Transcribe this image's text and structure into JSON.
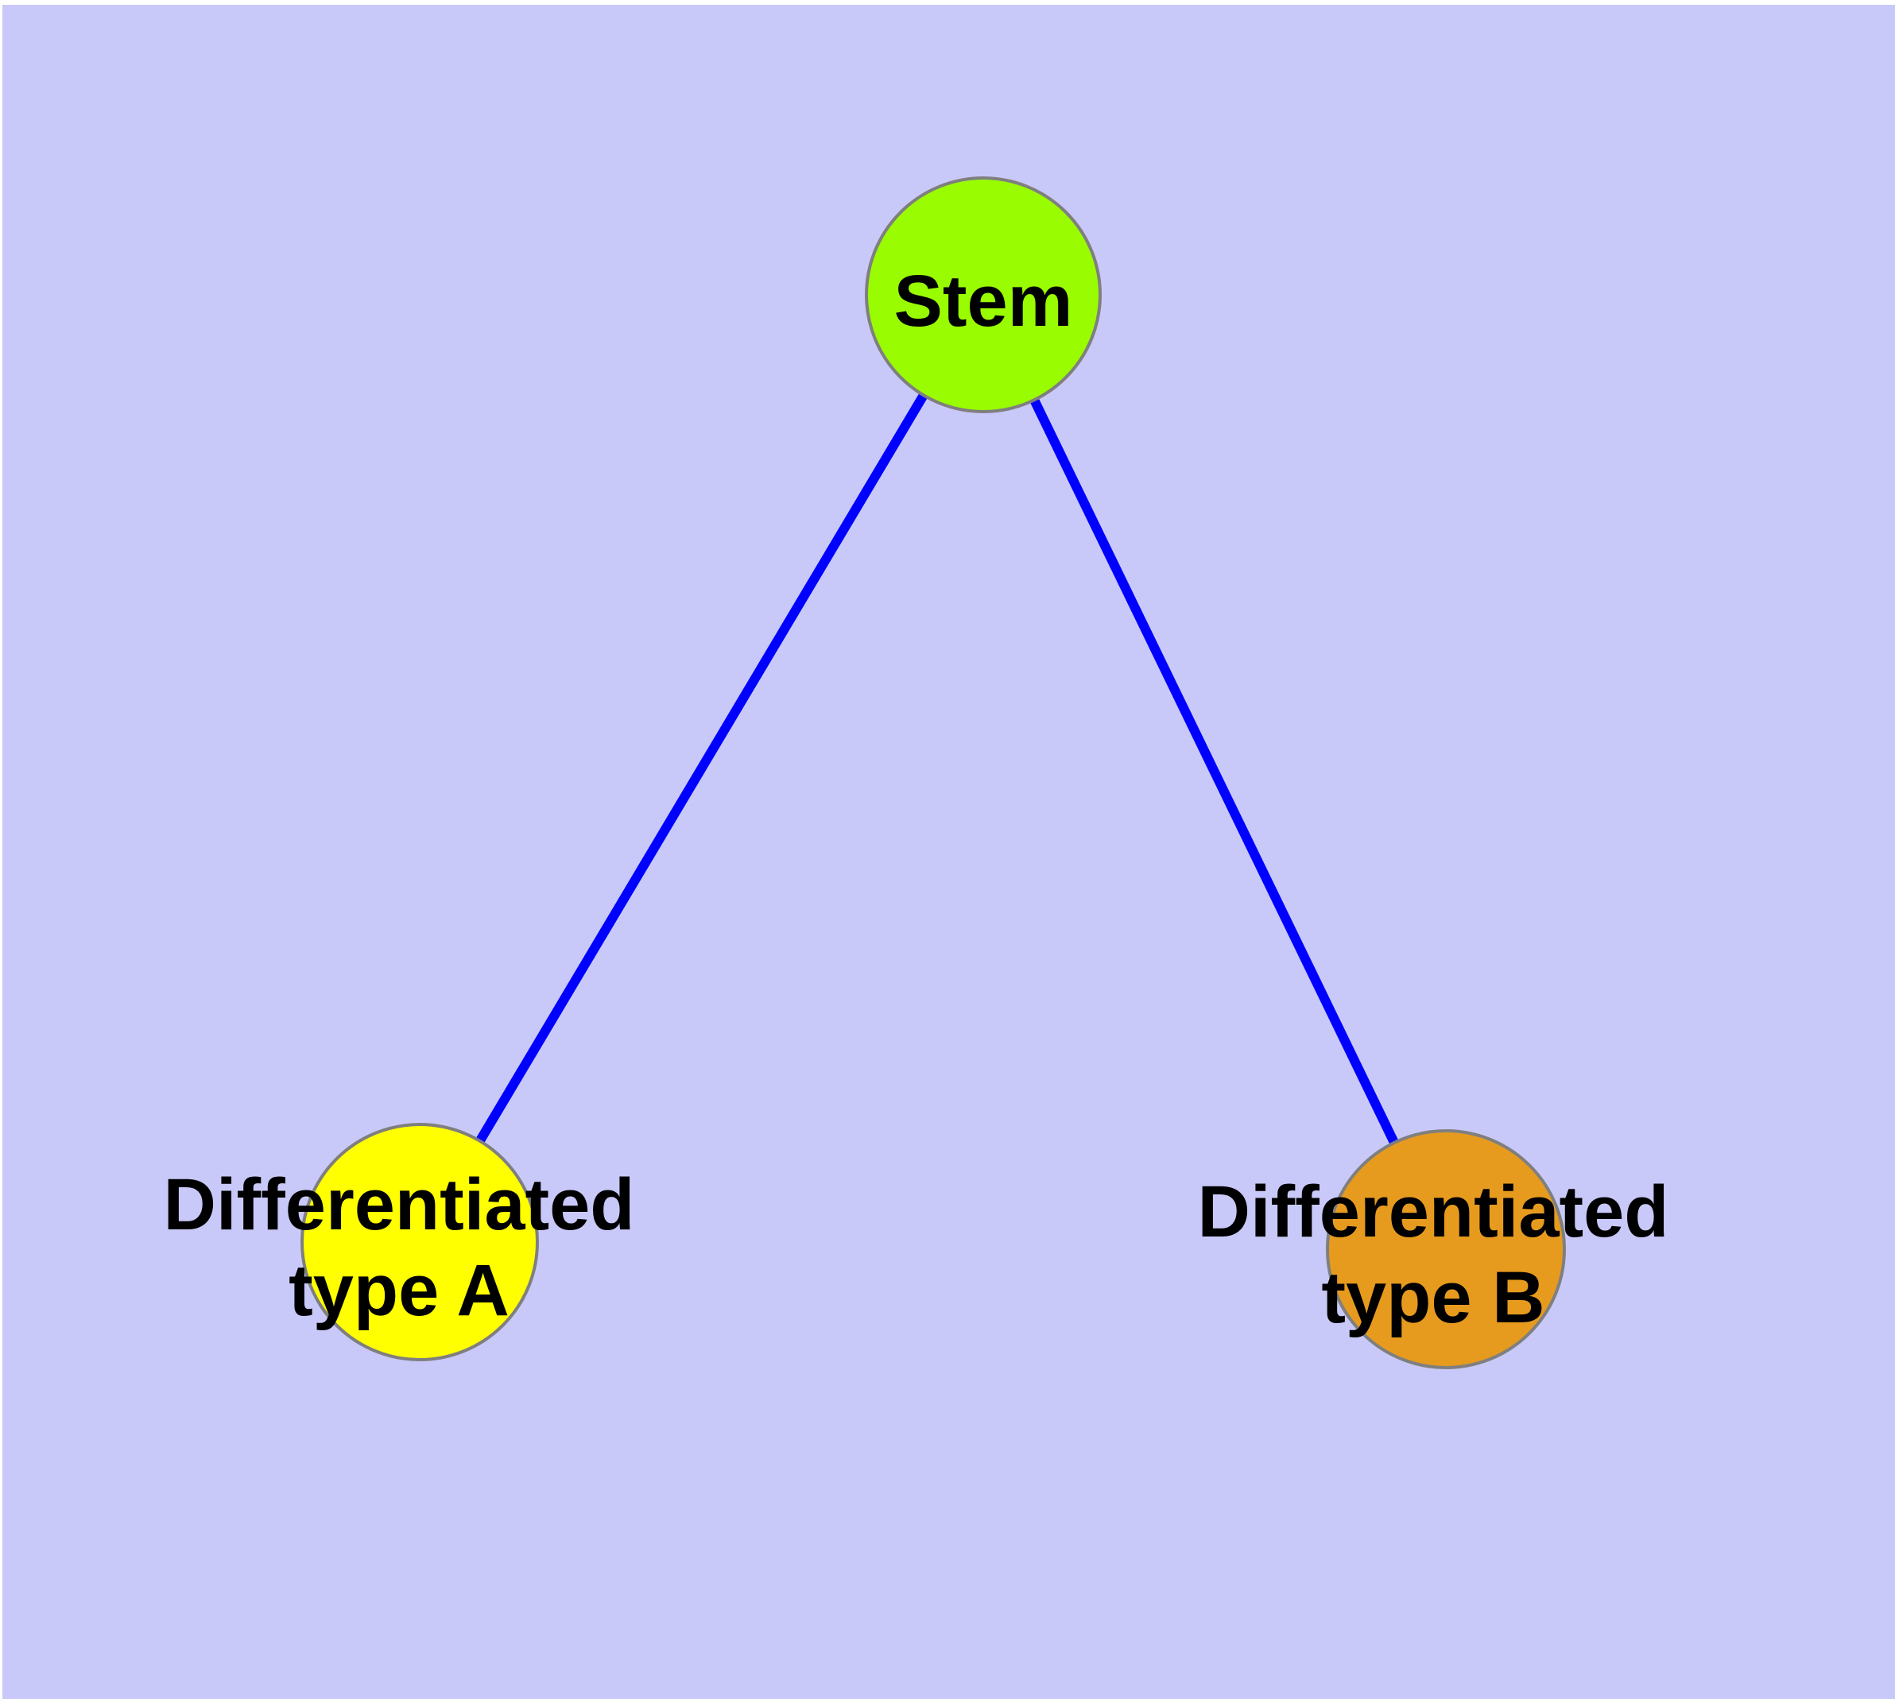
{
  "diagram": {
    "type": "graph",
    "colors": {
      "page_margin": "#FFFFFF",
      "background": "#C9C9F9",
      "edge": "#0000FF",
      "node_border": "#7F7F7F",
      "label_text": "#000000"
    },
    "nodes": {
      "stem": {
        "label": "Stem",
        "fill": "#99FC00"
      },
      "type_a": {
        "label_line1": "Differentiated",
        "label_line2": "type A",
        "fill": "#FFFF00"
      },
      "type_b": {
        "label_line1": "Differentiated",
        "label_line2": "type B",
        "fill": "#E79B1E"
      }
    },
    "edges": [
      {
        "from": "Stem",
        "to": "Differentiated type A"
      },
      {
        "from": "Stem",
        "to": "Differentiated type B"
      }
    ]
  }
}
